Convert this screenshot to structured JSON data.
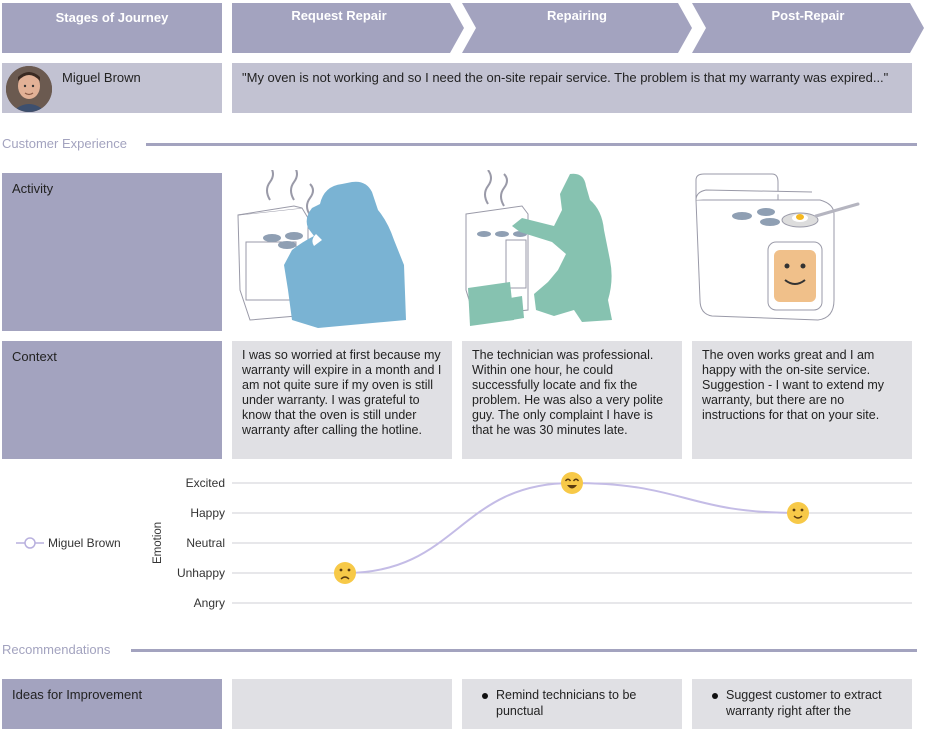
{
  "header": {
    "stages_label": "Stages of Journey",
    "stages": [
      {
        "label": "Request Repair"
      },
      {
        "label": "Repairing"
      },
      {
        "label": "Post-Repair"
      }
    ]
  },
  "persona": {
    "name": "Miguel Brown",
    "quote": "\"My oven is not working and so I need the on-site repair service. The problem is that my warranty was expired...\""
  },
  "customer_experience": {
    "title": "Customer Experience",
    "activity_label": "Activity",
    "context_label": "Context",
    "contexts": [
      "I was so worried at first because my warranty will expire in a month and I am not quite sure if my oven is still under warranty. I was grateful to know that the oven is still under warranty after calling the hotline.",
      "The technician was professional. Within one hour, he could successfully locate and fix the problem. He was also a very polite guy. The only complaint I have is that he was 30 minutes late.",
      "The oven works great and I am happy with the on-site service. Suggestion - I want to extend my warranty, but there are no instructions for that on your site."
    ]
  },
  "emotion_chart": {
    "axis_label": "Emotion",
    "legend": "Miguel Brown",
    "levels": [
      "Excited",
      "Happy",
      "Neutral",
      "Unhappy",
      "Angry"
    ],
    "line_color": "#c4bce6",
    "face_color": "#f7c948"
  },
  "chart_data": {
    "type": "line",
    "categories": [
      "Request Repair",
      "Repairing",
      "Post-Repair"
    ],
    "series": [
      {
        "name": "Miguel Brown",
        "values": [
          "Unhappy",
          "Excited",
          "Happy"
        ]
      }
    ],
    "ylabel": "Emotion",
    "ylevels": [
      "Angry",
      "Unhappy",
      "Neutral",
      "Happy",
      "Excited"
    ]
  },
  "recommendations": {
    "title": "Recommendations",
    "ideas_label": "Ideas for Improvement",
    "ideas": [
      "",
      "Remind technicians to be punctual",
      "Suggest customer to extract warranty right after the"
    ]
  },
  "colors": {
    "header_bg": "#a3a3bf",
    "persona_bg": "#c2c2d2",
    "context_bg": "#e0e0e4",
    "figure_blue": "#7ab3d3",
    "figure_green": "#86c2b0"
  }
}
